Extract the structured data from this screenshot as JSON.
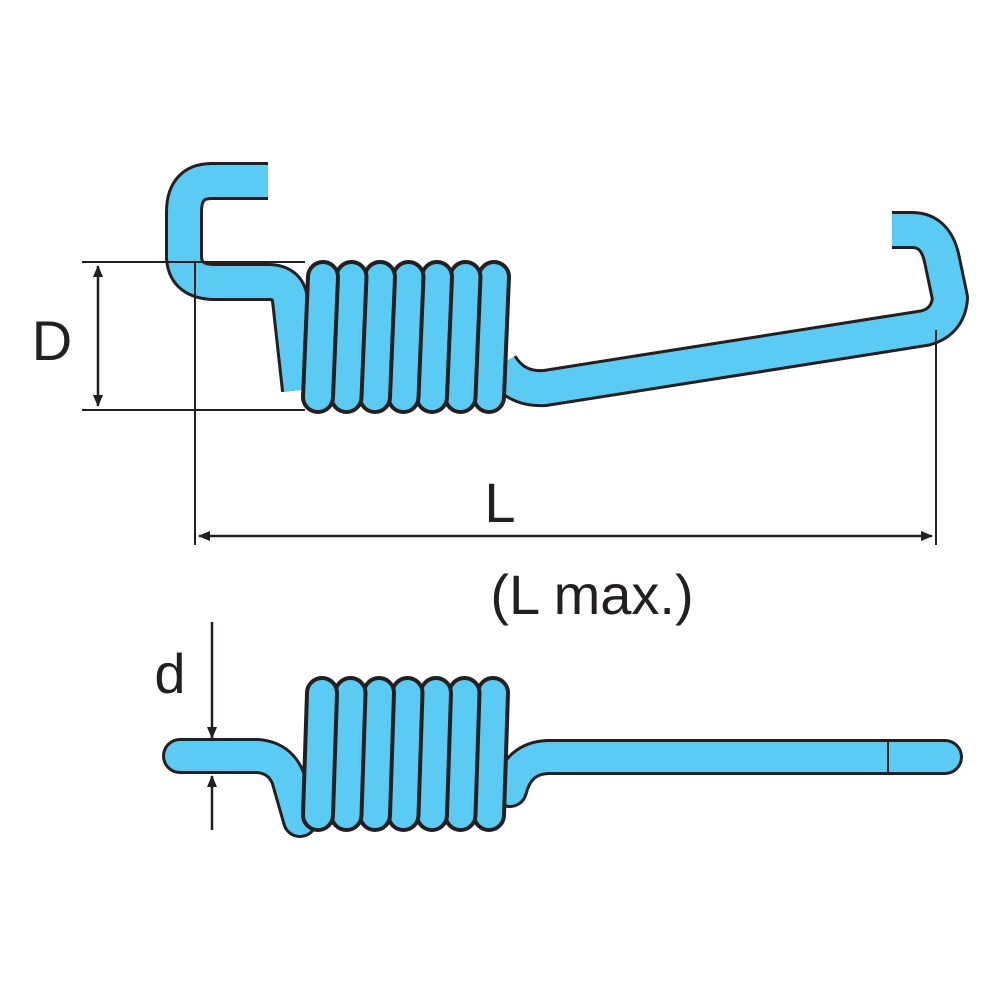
{
  "labels": {
    "coil_diameter": "D",
    "length": "L",
    "length_max": "(L  max.)",
    "wire_diameter": "d"
  },
  "colors": {
    "spring_fill": "#5ccbf4",
    "outline": "#231f20",
    "background": "#ffffff"
  }
}
